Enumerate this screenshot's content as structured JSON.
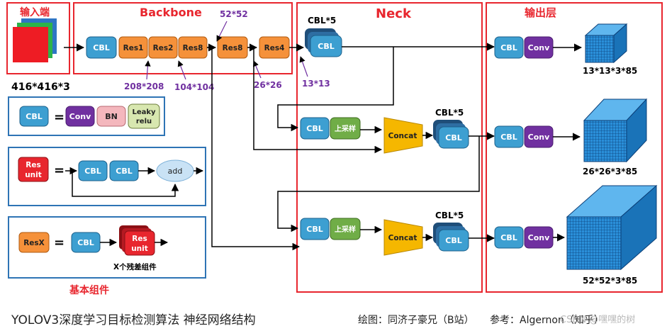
{
  "sections": {
    "input": "输入端",
    "backbone": "Backbone",
    "neck": "Neck",
    "output": "输出层",
    "basic": "基本组件"
  },
  "blocks": {
    "cbl": "CBL",
    "res1": "Res1",
    "res2": "Res2",
    "res8a": "Res8",
    "res8b": "Res8",
    "res4": "Res4",
    "conv": "Conv",
    "bn": "BN",
    "leaky_line1": "Leaky",
    "leaky_line2": "relu",
    "upsample": "上采样",
    "concat": "Concat",
    "add": "add",
    "res_line1": "Res",
    "res_line2": "unit",
    "resx": "ResX",
    "eq": "="
  },
  "labels": {
    "input_size": "416*416*3",
    "cbl5": "CBL*5",
    "s52a": "52*52",
    "s208": "208*208",
    "s104": "104*104",
    "s26a": "26*26",
    "s13a": "13*13",
    "out13": "13*13*3*85",
    "out26": "26*26*3*85",
    "out52": "52*52*3*85",
    "x_units": "X个残差组件"
  },
  "caption": "YOLOV3深度学习目标检测算法 神经网络结构",
  "credit_left": "绘图：同济子豪兄（B站）",
  "credit_right": "参考：Algernon（知乎）",
  "watermark": "CSDN @嘿嘿的树",
  "colors": {
    "red_frame": "#e8262e",
    "blue_frame": "#2e74b5",
    "cbl_fill": "#3d9fd1",
    "res_fill": "#f5913a",
    "conv_fill": "#7030a0",
    "bn_fill": "#f4b7bd",
    "leaky_fill": "#d8e7b0",
    "upsample_fill": "#70ad47",
    "concat_fill": "#f5b700",
    "add_fill": "#c9e2f5",
    "resunit_fill": "#e8262e",
    "purple_text": "#7030a0",
    "cube_blue": "#1f8fd6"
  },
  "icons": [
    "arrow-icon",
    "stacked-square-icon",
    "cube-icon",
    "trapezoid-icon"
  ]
}
